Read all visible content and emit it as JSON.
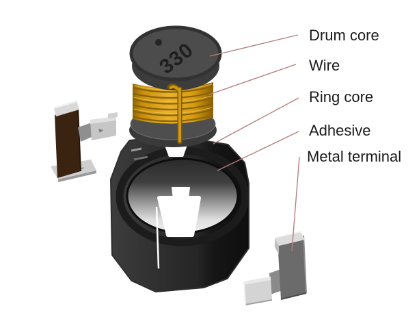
{
  "diagram": {
    "part_marking": "330",
    "labels": [
      {
        "id": "drum-core",
        "text": "Drum core"
      },
      {
        "id": "wire",
        "text": "Wire"
      },
      {
        "id": "ring-core",
        "text": "Ring core"
      },
      {
        "id": "adhesive",
        "text": "Adhesive"
      },
      {
        "id": "metal-terminal",
        "text": "Metal terminal"
      }
    ],
    "colors": {
      "background": "#ffffff",
      "leader_line": "#b57f7f",
      "label_text": "#1a1a1a",
      "coil_wire": "#d79c10",
      "coil_wire_shadow": "#8a6306",
      "drum_core_gray": "#4c4c4c",
      "ring_core_dark": "#2e2e2e",
      "cavity_silver": "#e8e8e8",
      "terminal_brown": "#3a2310",
      "terminal_gray": "#6b6b6b",
      "terminal_silver": "#cfcfcf"
    }
  }
}
